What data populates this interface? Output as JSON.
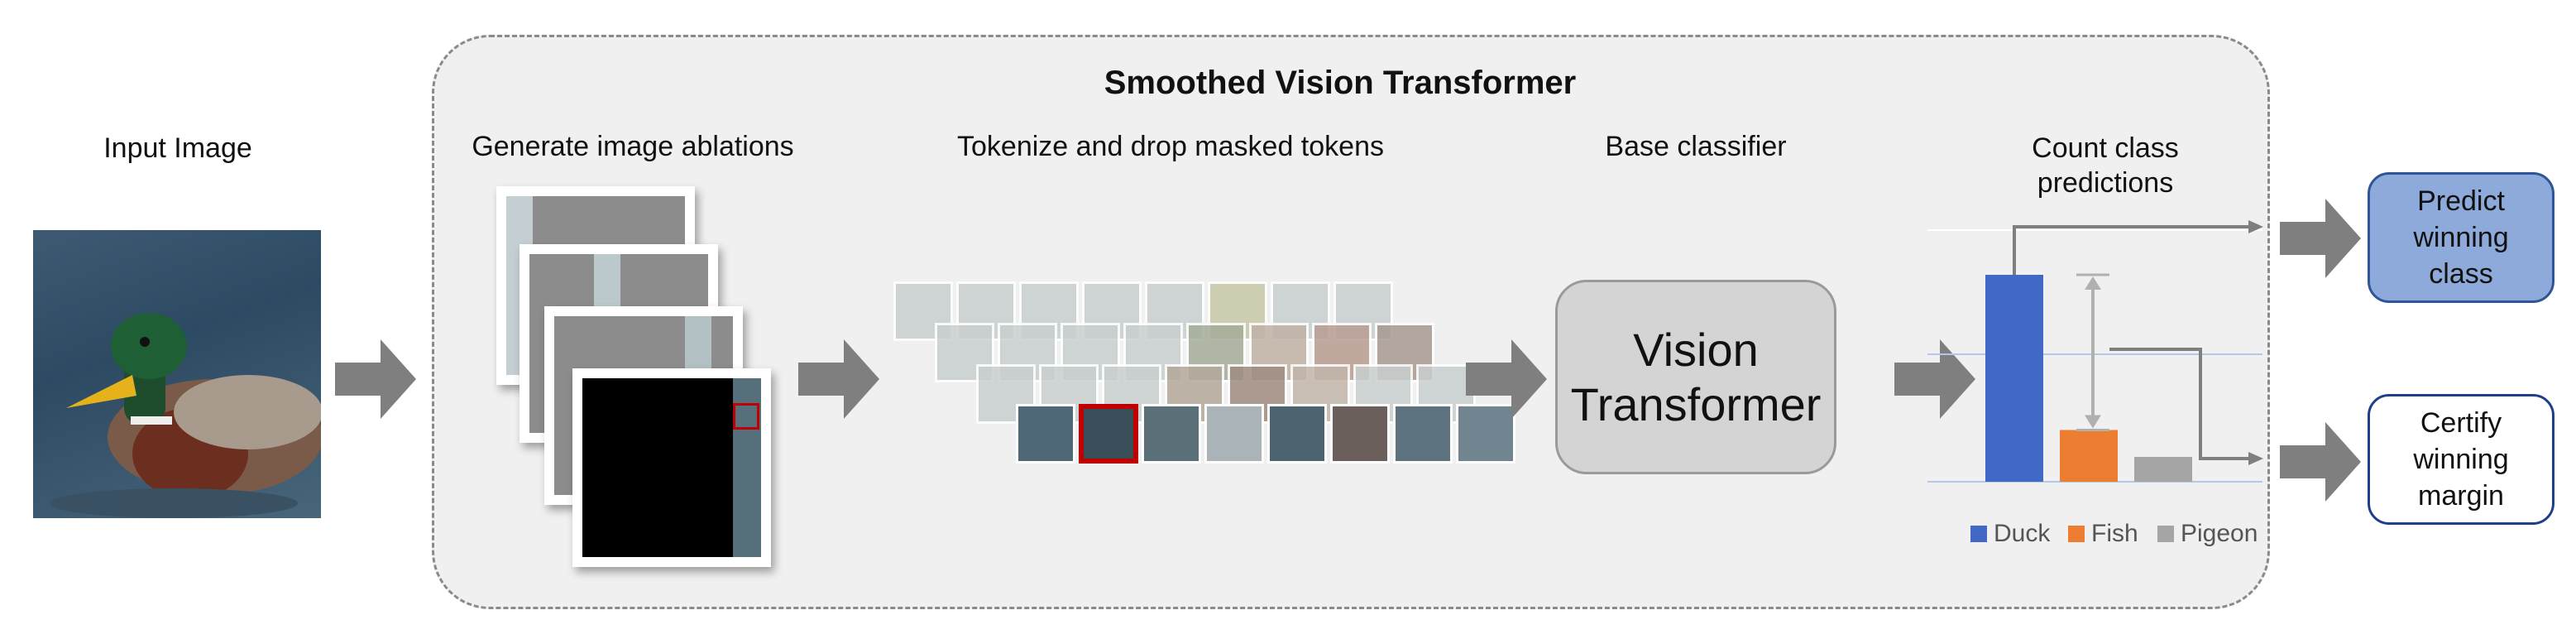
{
  "title": "Smoothed Vision Transformer",
  "stages": {
    "input": "Input Image",
    "ablations": "Generate image ablations",
    "tokenize": "Tokenize and drop masked tokens",
    "classifier": "Base classifier",
    "count": "Count class predictions"
  },
  "model_box": "Vision Transformer",
  "outputs": {
    "predict": "Predict winning class",
    "certify": "Certify winning margin"
  },
  "legend": [
    "Duck",
    "Fish",
    "Pigeon"
  ],
  "colors": {
    "duck": "#4068c4",
    "fish": "#ed7d31",
    "pigeon": "#a5a5a5",
    "predict_fill": "#8eaadb",
    "predict_border": "#2f5597",
    "certify_border": "#1f3f8a",
    "highlight": "#c00000"
  },
  "chart_data": {
    "type": "bar",
    "categories": [
      "Duck",
      "Fish",
      "Pigeon"
    ],
    "values": [
      1.0,
      0.25,
      0.12
    ]
  }
}
